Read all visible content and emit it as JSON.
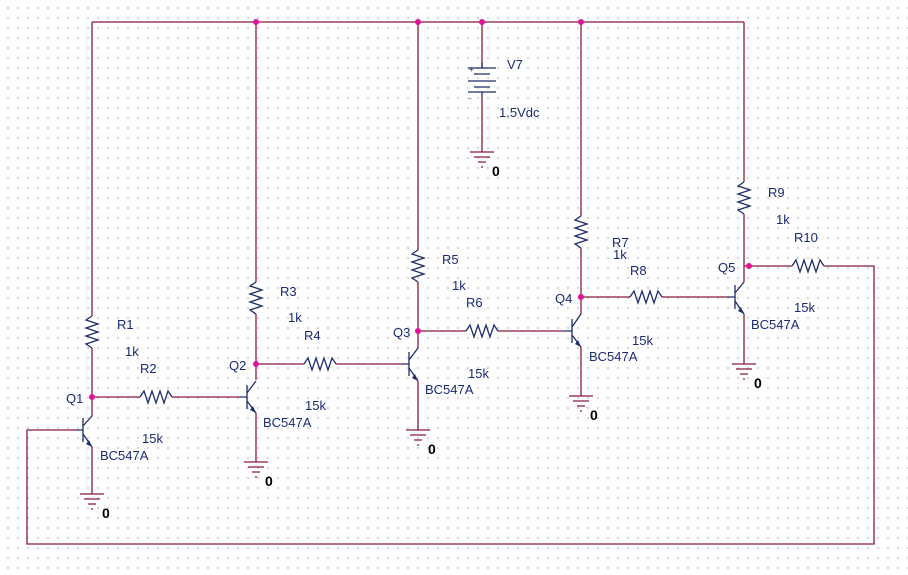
{
  "schematic": {
    "source": {
      "name": "V7",
      "value": "1.5Vdc",
      "plus": "+",
      "minus": "-"
    },
    "ground_label": "0",
    "transistor_model": "BC547A",
    "transistors": [
      "Q1",
      "Q2",
      "Q3",
      "Q4",
      "Q5"
    ],
    "resistors": [
      {
        "name": "R1",
        "value": "1k"
      },
      {
        "name": "R2",
        "value": "15k"
      },
      {
        "name": "R3",
        "value": "1k"
      },
      {
        "name": "R4",
        "value": "15k"
      },
      {
        "name": "R5",
        "value": "1k"
      },
      {
        "name": "R6",
        "value": "15k"
      },
      {
        "name": "R7",
        "value": "1k"
      },
      {
        "name": "R8",
        "value": "15k"
      },
      {
        "name": "R9",
        "value": "1k"
      },
      {
        "name": "R10",
        "value": "15k"
      }
    ]
  }
}
